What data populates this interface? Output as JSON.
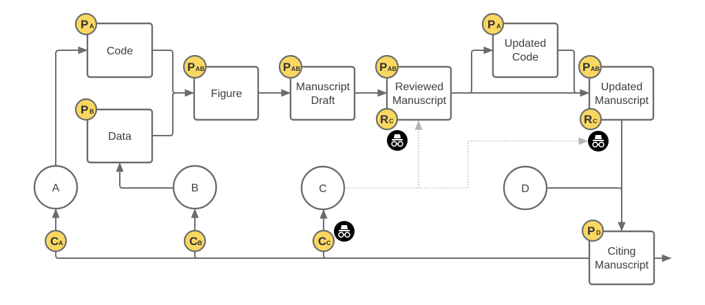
{
  "colors": {
    "badge_fill": "#f9d760",
    "stroke": "#6b6b6b",
    "dotted": "#b5b5b5",
    "incognito": "#000000"
  },
  "nodes": {
    "code": {
      "label_lines": [
        "Code"
      ],
      "badge": {
        "main": "P",
        "sub": "A"
      }
    },
    "data": {
      "label_lines": [
        "Data"
      ],
      "badge": {
        "main": "P",
        "sub": "B"
      }
    },
    "figure": {
      "label_lines": [
        "Figure"
      ],
      "badge": {
        "main": "P",
        "sub": "AB"
      }
    },
    "manuscript_draft": {
      "label_lines": [
        "Manuscript",
        "Draft"
      ],
      "badge": {
        "main": "P",
        "sub": "AB"
      }
    },
    "reviewed_manuscript": {
      "label_lines": [
        "Reviewed",
        "Manuscript"
      ],
      "badge": {
        "main": "P",
        "sub": "AB"
      },
      "reviewer_badge": {
        "main": "R",
        "sub": "C"
      },
      "anonymous_icon": "incognito-icon"
    },
    "updated_code": {
      "label_lines": [
        "Updated",
        "Code"
      ],
      "badge": {
        "main": "P",
        "sub": "A"
      }
    },
    "updated_manuscript": {
      "label_lines": [
        "Updated",
        "Manuscript"
      ],
      "badge": {
        "main": "P",
        "sub": "AB"
      },
      "reviewer_badge": {
        "main": "R",
        "sub": "C"
      },
      "anonymous_icon": "incognito-icon"
    },
    "citing_manuscript": {
      "label_lines": [
        "Citing",
        "Manuscript"
      ],
      "badge": {
        "main": "P",
        "sub": "D"
      }
    }
  },
  "agents": {
    "a": {
      "label": "A",
      "badge": {
        "main": "C",
        "sub": "A"
      }
    },
    "b": {
      "label": "B",
      "badge": {
        "main": "C",
        "sub": "B"
      }
    },
    "c": {
      "label": "C",
      "badge": {
        "main": "C",
        "sub": "C"
      },
      "anonymous_icon": "incognito-icon"
    },
    "d": {
      "label": "D"
    }
  }
}
